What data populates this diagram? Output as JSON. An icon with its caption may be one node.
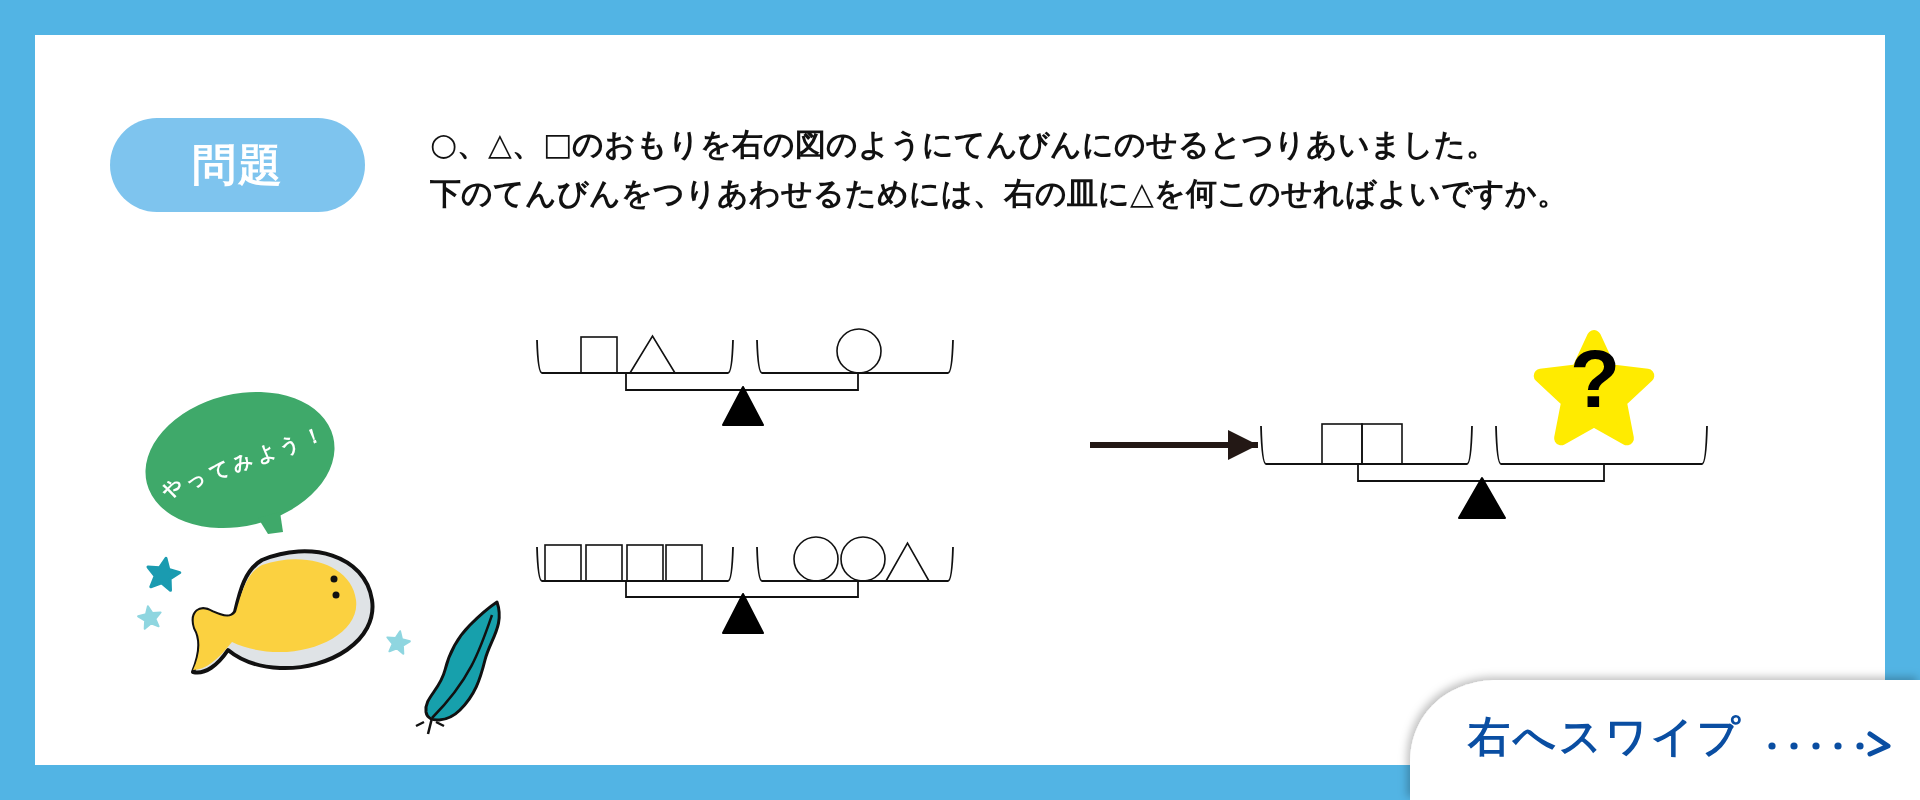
{
  "diagram": {
    "nodes": [
      {
        "text": [
          "問題"
        ]
      },
      {
        "text": [],
        "shape": "picture"
      },
      {
        "text": [
          "やってみよう！"
        ]
      },
      {
        "text": [],
        "shape": "picture"
      },
      {
        "text": [],
        "shape": "picture"
      },
      {
        "text": [
          "右へスワイプ"
        ]
      }
    ],
    "edges": [
      {
        "from": null,
        "to": 4,
        "arrow": "to"
      }
    ],
    "labels": [
      "○、△、□のおもりを右の図のようにてんびんにのせるとつりあいました。",
      "下のてんびんをつりあわせるためには、右の皿に△を何このせればよいですか。",
      "?"
    ]
  }
}
